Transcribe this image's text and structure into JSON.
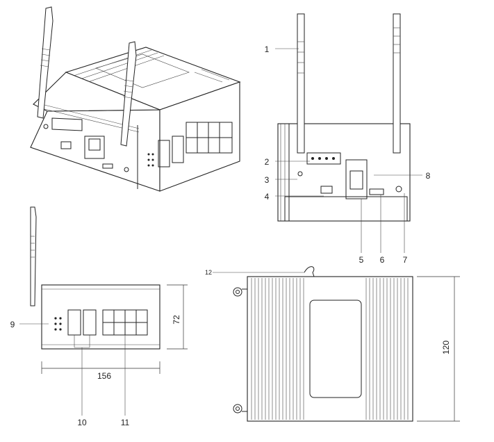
{
  "callouts": [
    {
      "id": "1",
      "label": "1"
    },
    {
      "id": "2",
      "label": "2"
    },
    {
      "id": "3",
      "label": "3"
    },
    {
      "id": "4",
      "label": "4"
    },
    {
      "id": "5",
      "label": "5"
    },
    {
      "id": "6",
      "label": "6"
    },
    {
      "id": "7",
      "label": "7"
    },
    {
      "id": "8",
      "label": "8"
    },
    {
      "id": "9",
      "label": "9"
    },
    {
      "id": "10",
      "label": "10"
    },
    {
      "id": "11",
      "label": "11"
    },
    {
      "id": "12",
      "label": "12"
    }
  ],
  "dimensions": {
    "width": "156",
    "height": "72",
    "depth": "120"
  }
}
